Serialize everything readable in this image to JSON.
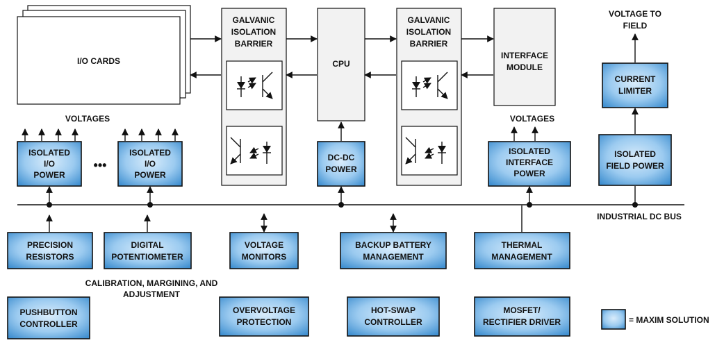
{
  "io_cards": {
    "label": "I/O CARDS"
  },
  "isolation_left": {
    "line1": "GALVANIC",
    "line2": "ISOLATION",
    "line3": "BARRIER"
  },
  "cpu": {
    "label": "CPU"
  },
  "isolation_right": {
    "line1": "GALVANIC",
    "line2": "ISOLATION",
    "line3": "BARRIER"
  },
  "interface_module": {
    "line1": "INTERFACE",
    "line2": "MODULE"
  },
  "voltage_to_field": {
    "line1": "VOLTAGE TO",
    "line2": "FIELD"
  },
  "current_limiter": {
    "line1": "CURRENT",
    "line2": "LIMITER"
  },
  "voltages_left": "VOLTAGES",
  "voltages_right": "VOLTAGES",
  "isolated_io_power_1": {
    "line1": "ISOLATED",
    "line2": "I/O",
    "line3": "POWER"
  },
  "ellipsis": "•••",
  "isolated_io_power_2": {
    "line1": "ISOLATED",
    "line2": "I/O",
    "line3": "POWER"
  },
  "dc_dc_power": {
    "line1": "DC-DC",
    "line2": "POWER"
  },
  "isolated_interface_power": {
    "line1": "ISOLATED",
    "line2": "INTERFACE",
    "line3": "POWER"
  },
  "isolated_field_power": {
    "line1": "ISOLATED",
    "line2": "FIELD POWER"
  },
  "industrial_dc_bus": "INDUSTRIAL DC BUS",
  "precision_resistors": {
    "line1": "PRECISION",
    "line2": "RESISTORS"
  },
  "digital_potentiometer": {
    "line1": "DIGITAL",
    "line2": "POTENTIOMETER"
  },
  "voltage_monitors": {
    "line1": "VOLTAGE",
    "line2": "MONITORS"
  },
  "backup_battery": {
    "line1": "BACKUP BATTERY",
    "line2": "MANAGEMENT"
  },
  "thermal_management": {
    "line1": "THERMAL",
    "line2": "MANAGEMENT"
  },
  "calibration_caption": {
    "line1": "CALIBRATION, MARGINING, AND",
    "line2": "ADJUSTMENT"
  },
  "pushbutton_controller": {
    "line1": "PUSHBUTTON",
    "line2": "CONTROLLER"
  },
  "overvoltage_protection": {
    "line1": "OVERVOLTAGE",
    "line2": "PROTECTION"
  },
  "hot_swap_controller": {
    "line1": "HOT-SWAP",
    "line2": "CONTROLLER"
  },
  "mosfet_driver": {
    "line1": "MOSFET/",
    "line2": "RECTIFIER DRIVER"
  },
  "legend": {
    "label": "= MAXIM SOLUTION"
  },
  "colors": {
    "maxim_box_light": "#d9ecfb",
    "maxim_box_dark": "#3f8fd0",
    "line": "#111111"
  }
}
